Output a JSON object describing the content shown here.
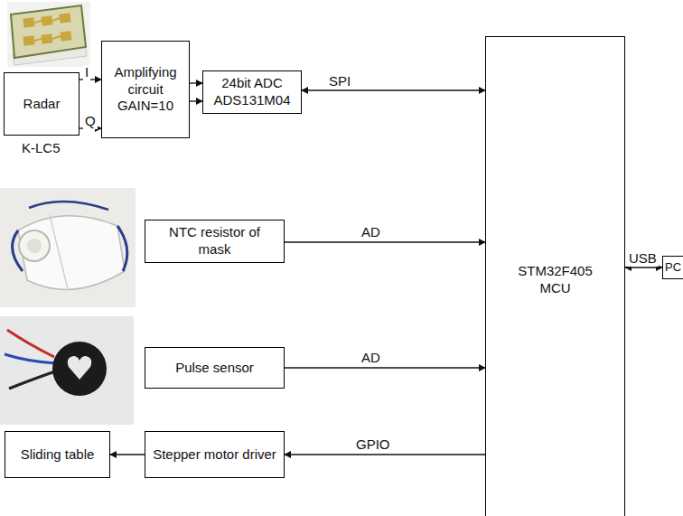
{
  "diagram": {
    "nodes": [
      {
        "text": [
          "Radar"
        ]
      },
      {
        "text": [
          "Amplifying circuit GAIN=10"
        ]
      },
      {
        "text": [
          "24bit ADC ADS131M04"
        ]
      },
      {
        "text": [
          "STM32F405 MCU"
        ]
      },
      {
        "text": [
          "PC"
        ]
      },
      {
        "text": [
          "NTC resistor of mask"
        ]
      },
      {
        "text": [
          "Pulse sensor"
        ]
      },
      {
        "text": [
          "Stepper motor driver"
        ]
      },
      {
        "text": [
          "Sliding table"
        ]
      }
    ],
    "edges": [
      {
        "from": 0,
        "to": 1,
        "label": "I",
        "arrow": "to"
      },
      {
        "from": 0,
        "to": 1,
        "label": "Q",
        "arrow": "to"
      },
      {
        "from": 1,
        "to": 2,
        "arrow": "to"
      },
      {
        "from": 1,
        "to": 2,
        "arrow": "to"
      },
      {
        "from": 2,
        "to": 3,
        "label": "SPI",
        "arrow": "both"
      },
      {
        "from": 3,
        "to": 4,
        "label": "USB",
        "arrow": "both"
      },
      {
        "from": 5,
        "to": 3,
        "label": "AD",
        "arrow": "to"
      },
      {
        "from": 6,
        "to": 3,
        "label": "AD",
        "arrow": "to"
      },
      {
        "from": 3,
        "to": 7,
        "label": "GPIO",
        "arrow": "to"
      },
      {
        "from": 7,
        "to": 8,
        "arrow": "to"
      }
    ],
    "labels": [
      "K-LC5"
    ]
  }
}
